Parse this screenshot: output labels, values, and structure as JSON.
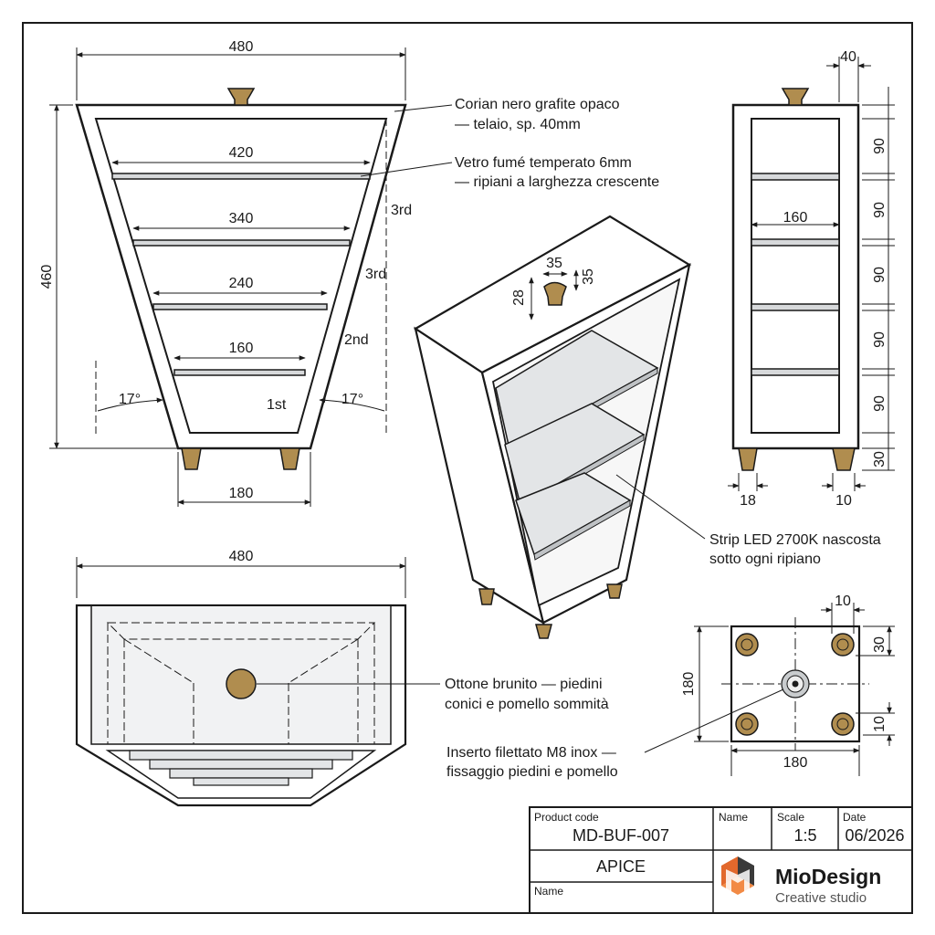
{
  "colors": {
    "line": "#1a1a1a",
    "brass": "#b08d4f",
    "glass": "#d7d9db",
    "logo_orange": "#e2682c",
    "logo_dark": "#3a3a3a"
  },
  "icons": {
    "logo": "cube-m-logo-icon"
  },
  "front": {
    "width_top": "480",
    "height": "460",
    "shelf_widths": [
      "420",
      "340",
      "240",
      "160"
    ],
    "base_width": "180",
    "angle_left": "17°",
    "angle_right": "17°",
    "tiers": [
      "3rd",
      "3rd",
      "2nd",
      "1st"
    ]
  },
  "side": {
    "depth_top": "40",
    "inner_width": "160",
    "spacings": [
      "90",
      "90",
      "90",
      "90",
      "90"
    ],
    "foot_height": "30",
    "foot_left": "18",
    "foot_right": "10"
  },
  "iso": {
    "knob_dia": "35",
    "knob_h": "35",
    "knob_top": "28"
  },
  "plan": {
    "width": "480"
  },
  "bottom": {
    "top_offset": "10",
    "height": "180",
    "right_top": "30",
    "right_bottom": "10",
    "width": "180"
  },
  "notes": {
    "corian": [
      "Corian nero grafite opaco",
      "— telaio, sp. 40mm"
    ],
    "glass": [
      "Vetro fumé temperato 6mm",
      "— ripiani a larghezza crescente"
    ],
    "led": [
      "Strip LED 2700K nascosta",
      "sotto ogni ripiano"
    ],
    "brass": [
      "Ottone brunito — piedini",
      "conici e pomello sommità"
    ],
    "insert": [
      "Inserto filettato M8 inox —",
      "fissaggio piedini e pomello"
    ]
  },
  "title_block": {
    "product_code_label": "Product code",
    "product_code": "MD-BUF-007",
    "name_col_label": "Name",
    "scale_label": "Scale",
    "scale": "1:5",
    "date_label": "Date",
    "date": "06/2026",
    "product_name": "APICE",
    "name_label": "Name",
    "company": "MioDesign",
    "company_sub": "Creative studio"
  }
}
